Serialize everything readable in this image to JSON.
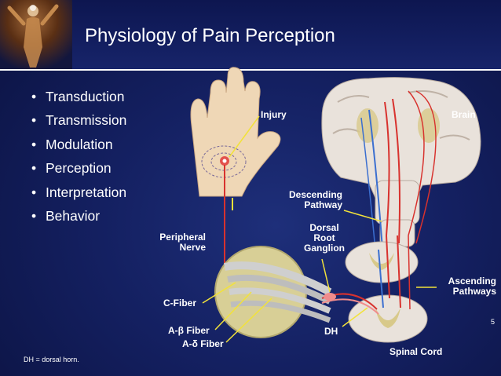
{
  "slide": {
    "title": "Physiology of Pain Perception",
    "bullets": [
      "Transduction",
      "Transmission",
      "Modulation",
      "Perception",
      "Interpretation",
      "Behavior"
    ],
    "labels": {
      "injury": "Injury",
      "brain": "Brain",
      "descending_line1": "Descending",
      "descending_line2": "Pathway",
      "peripheral_line1": "Peripheral",
      "peripheral_line2": "Nerve",
      "drg_line1": "Dorsal",
      "drg_line2": "Root",
      "drg_line3": "Ganglion",
      "ascending_line1": "Ascending",
      "ascending_line2": "Pathways",
      "c_fiber": "C-Fiber",
      "a_beta_fiber": "A-β Fiber",
      "a_delta_fiber": "A-δ Fiber",
      "dh": "DH",
      "spinal_cord": "Spinal Cord"
    },
    "footnote": "DH = dorsal horn.",
    "page_number": "5"
  },
  "colors": {
    "background": "#142061",
    "text": "#ffffff",
    "pathway_red": "#d8322e",
    "pathway_blue": "#3b6fd0",
    "callout_yellow": "#f2e23a"
  }
}
